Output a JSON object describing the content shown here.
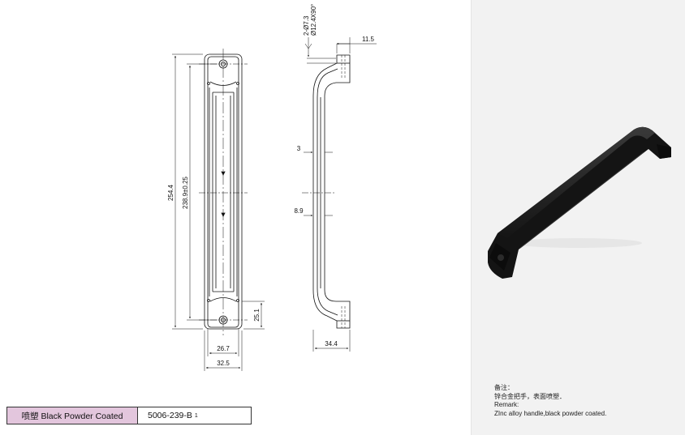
{
  "dimensions": {
    "total_length": "254.4",
    "hole_spacing": "238.9±0.25",
    "inner_width": "26.7",
    "outer_width": "32.5",
    "end_height": "25.1",
    "profile_depth": "34.4",
    "top_step": "11.5",
    "wall_thickness": "3",
    "grip_thickness": "8.9",
    "hole_spec_line1": "2-Ø7.3",
    "hole_spec_line2": "Ø12.4X90°"
  },
  "remarks": {
    "title": "备注：",
    "line_cn": "锌合金把手，表面喷塑．",
    "label_en": "Remark:",
    "line_en": "ZInc alloy handle,black powder coated."
  },
  "spec": {
    "finish": "喷塑 Black Powder Coated",
    "code": "5006-239-B",
    "code_suffix": "1"
  },
  "colors": {
    "finish_cell": "#e3c6dd",
    "photo_background": "#f2f2f2",
    "handle": "#1b1b1b"
  }
}
